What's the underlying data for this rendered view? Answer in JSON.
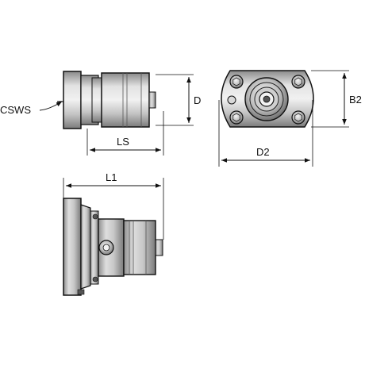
{
  "drawing": {
    "dimension_labels": {
      "d": "D",
      "ls": "LS",
      "b2": "B2",
      "d2": "D2",
      "l1": "L1",
      "csws": "CSWS"
    }
  },
  "colors": {
    "line": "#111111",
    "metal_light": "#d4d4d4",
    "metal_mid": "#a8a8a8",
    "metal_dark": "#6e6e6e"
  }
}
